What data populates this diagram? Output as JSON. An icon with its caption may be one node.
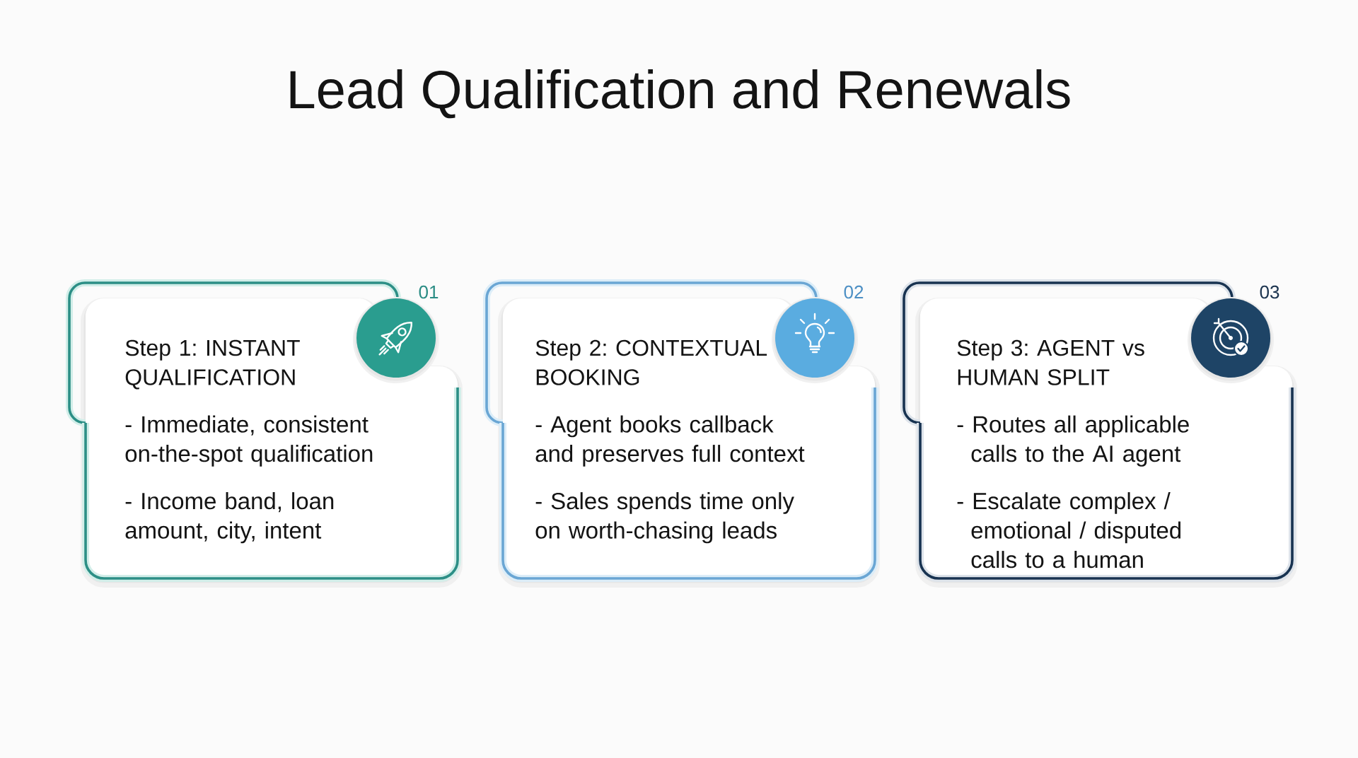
{
  "diagram": {
    "title": "Lead Qualification and Renewals",
    "nodes": [
      {
        "text": [
          "Step 1: INSTANT QUALIFICATION",
          "- Immediate, consistent on-the-spot qualification",
          "- Income band, loan amount, city, intent"
        ],
        "beside": [
          "01"
        ]
      },
      {
        "text": [
          "Step 2: CONTEXTUAL BOOKING",
          "- Agent books callback and preserves full context",
          "- Sales spends time only on worth-chasing leads"
        ],
        "beside": [
          "02"
        ]
      },
      {
        "text": [
          "Step 3: AGENT vs HUMAN SPLIT",
          "- Routes all applicable calls to the AI agent",
          "- Escalate complex / emotional / disputed calls to a human"
        ],
        "beside": [
          "03"
        ]
      }
    ]
  }
}
